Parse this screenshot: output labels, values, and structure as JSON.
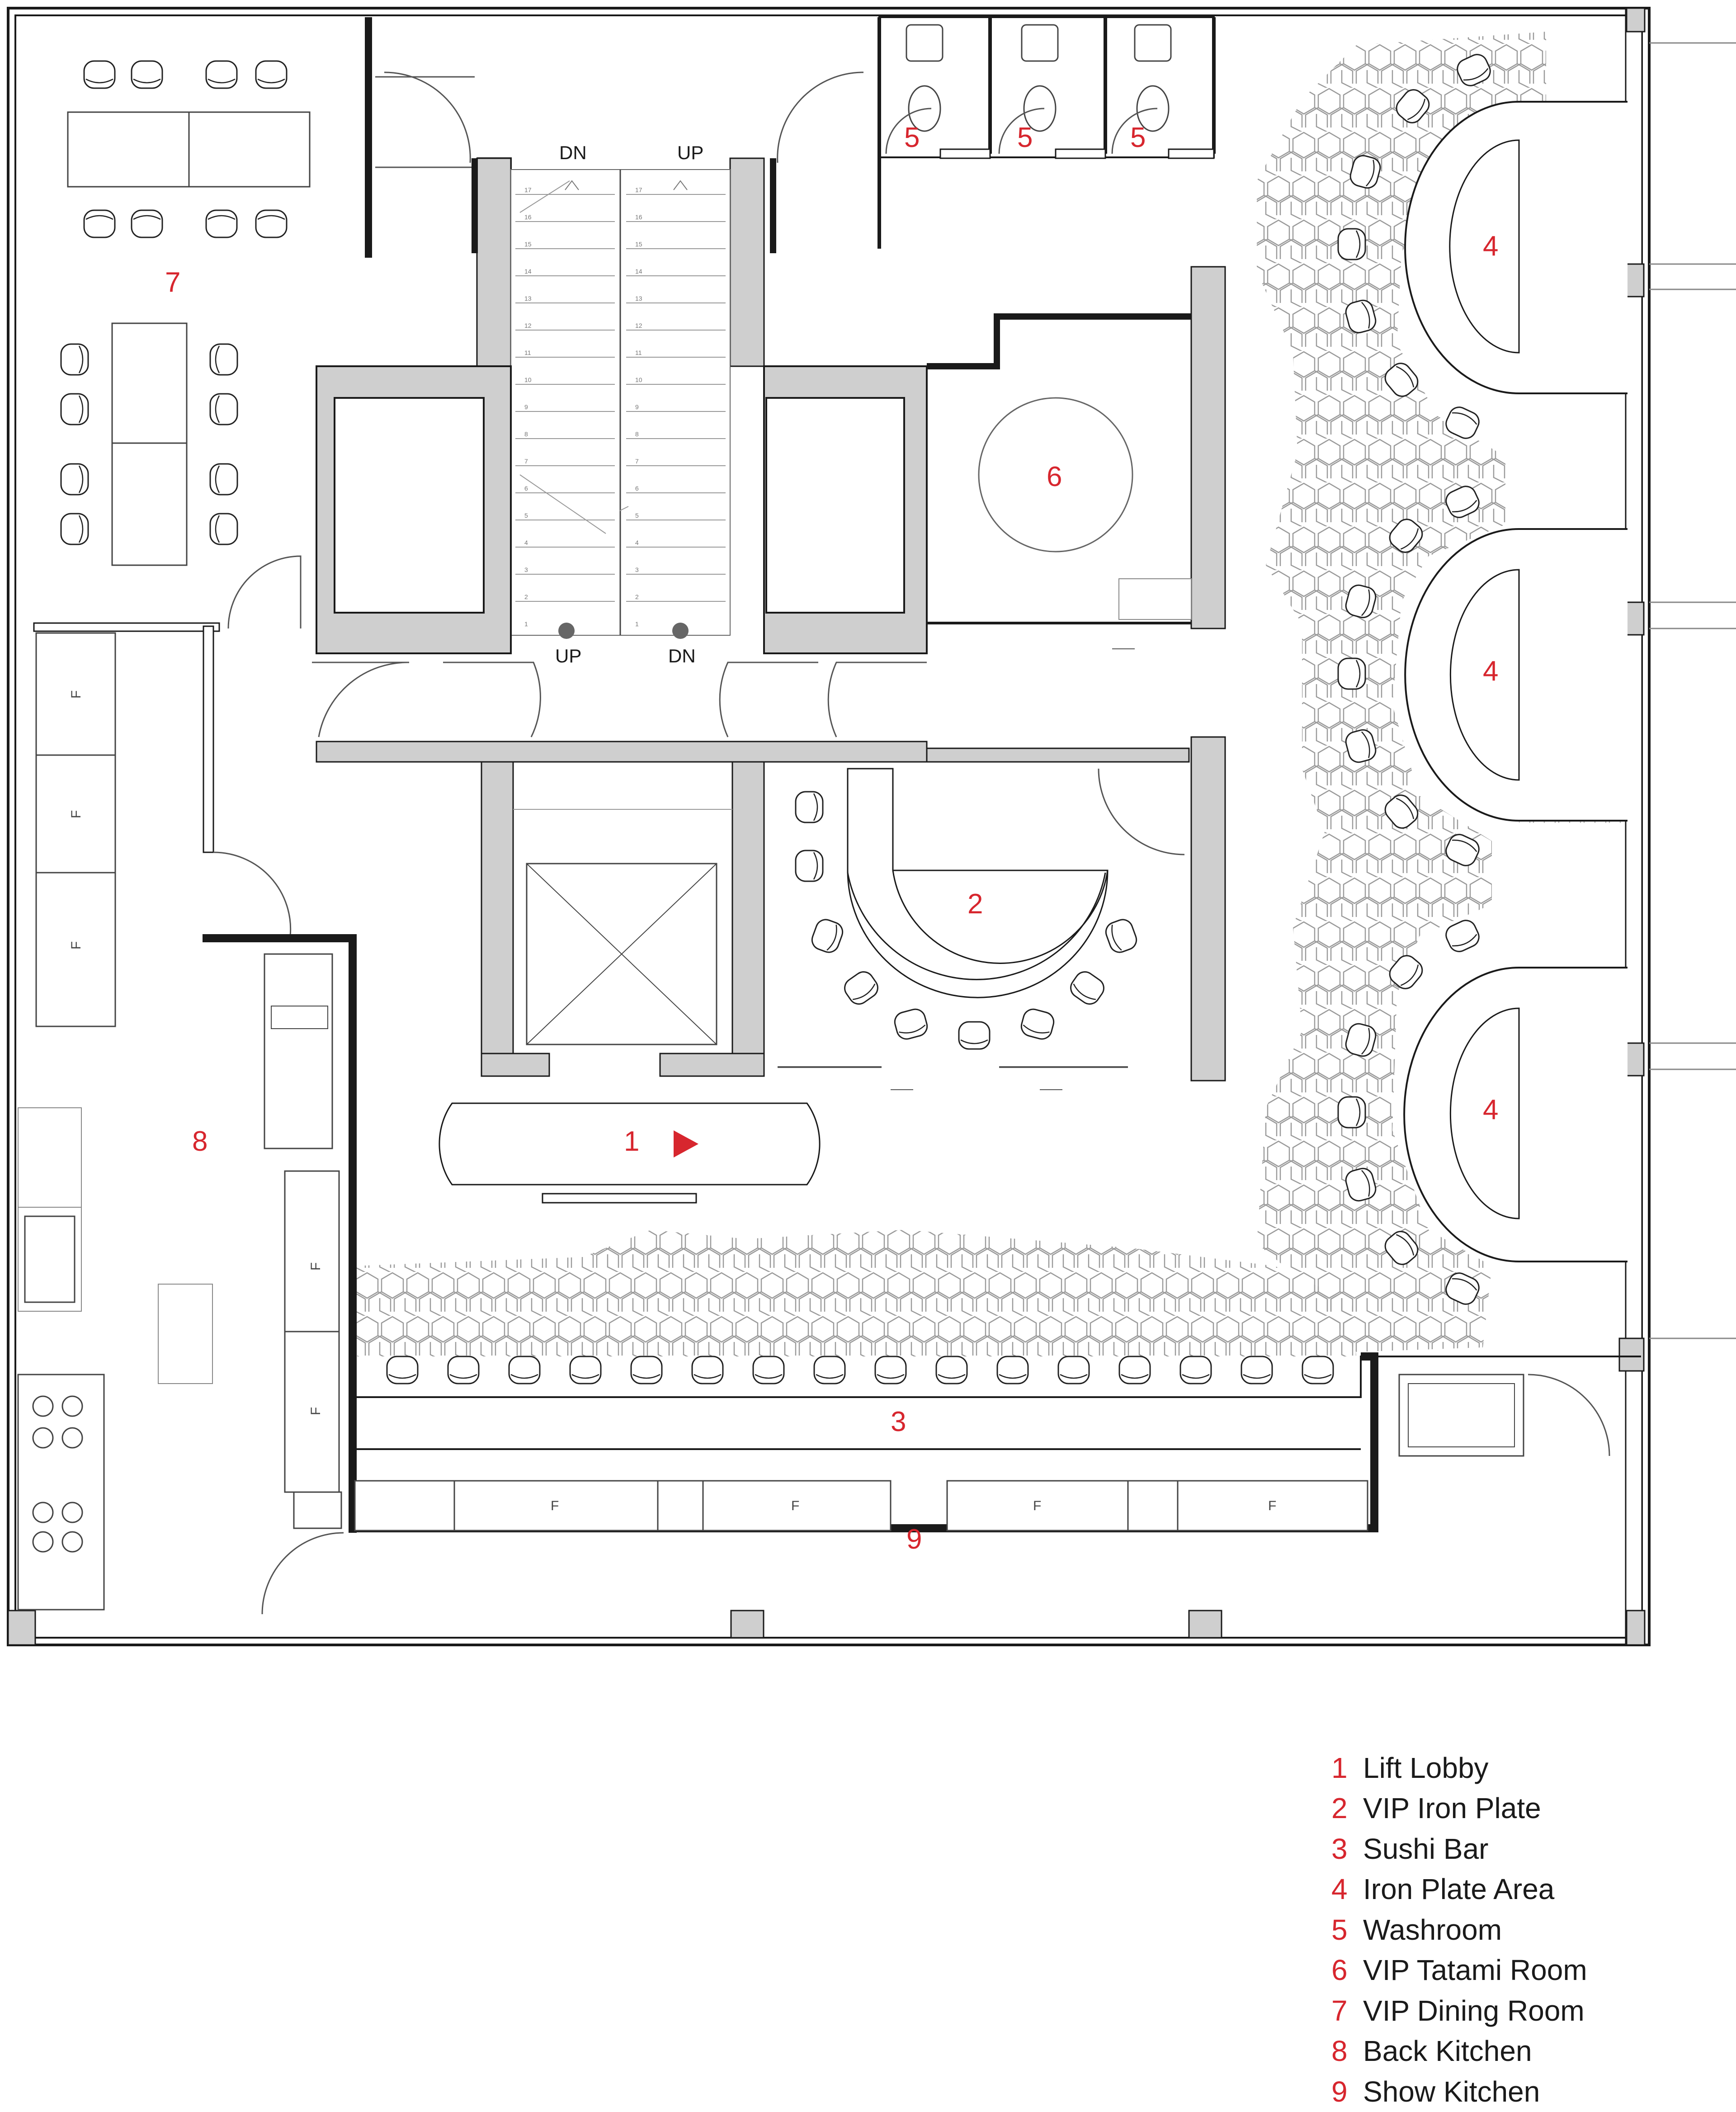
{
  "plan": {
    "rooms": [
      {
        "id": "1",
        "label": "1"
      },
      {
        "id": "2",
        "label": "2"
      },
      {
        "id": "3",
        "label": "3"
      },
      {
        "id": "4a",
        "label": "4"
      },
      {
        "id": "4b",
        "label": "4"
      },
      {
        "id": "4c",
        "label": "4"
      },
      {
        "id": "5a",
        "label": "5"
      },
      {
        "id": "5b",
        "label": "5"
      },
      {
        "id": "5c",
        "label": "5"
      },
      {
        "id": "6",
        "label": "6"
      },
      {
        "id": "7",
        "label": "7"
      },
      {
        "id": "8",
        "label": "8"
      },
      {
        "id": "9",
        "label": "9"
      }
    ],
    "stairs": {
      "dn_top": "DN",
      "up_top": "UP",
      "up_bottom": "UP",
      "dn_bottom": "DN"
    },
    "fridge_label": "F",
    "step_numbers": [
      "17",
      "16",
      "15",
      "14",
      "13",
      "12",
      "11",
      "10",
      "9",
      "8",
      "7",
      "6",
      "5",
      "4",
      "3",
      "2",
      "1"
    ],
    "colors": {
      "accent": "#d7262e",
      "wall": "#cfcfcf",
      "line": "#1a1a1a"
    }
  },
  "legend": {
    "items": [
      {
        "num": "1",
        "label": "Lift Lobby"
      },
      {
        "num": "2",
        "label": "VIP Iron Plate"
      },
      {
        "num": "3",
        "label": "Sushi Bar"
      },
      {
        "num": "4",
        "label": "Iron Plate Area"
      },
      {
        "num": "5",
        "label": "Washroom"
      },
      {
        "num": "6",
        "label": "VIP Tatami Room"
      },
      {
        "num": "7",
        "label": "VIP Dining Room"
      },
      {
        "num": "8",
        "label": "Back Kitchen"
      },
      {
        "num": "9",
        "label": "Show Kitchen"
      }
    ]
  }
}
